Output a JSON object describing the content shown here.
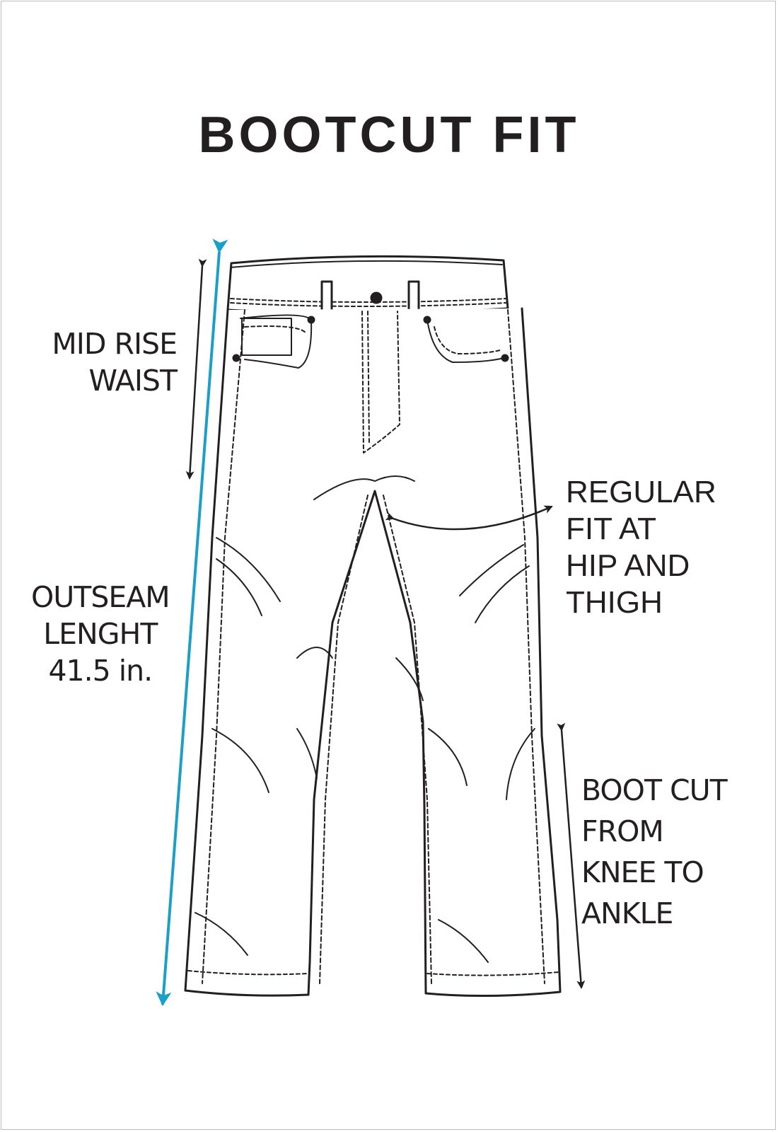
{
  "title": "BOOTCUT FIT",
  "labels": {
    "waist": "MID RISE\nWAIST",
    "outseam": "OUTSEAM\nLENGHT\n41.5 in.",
    "hip": "REGULAR\nFIT AT\nHIP AND\nTHIGH",
    "bootcut": "BOOT CUT\nFROM\nKNEE TO\nANKLE"
  },
  "colors": {
    "line": "#231f20",
    "outseam_arrow": "#1a9fc9",
    "background": "#ffffff"
  },
  "icons": [
    "jeans-illustration",
    "arrow-icon"
  ]
}
